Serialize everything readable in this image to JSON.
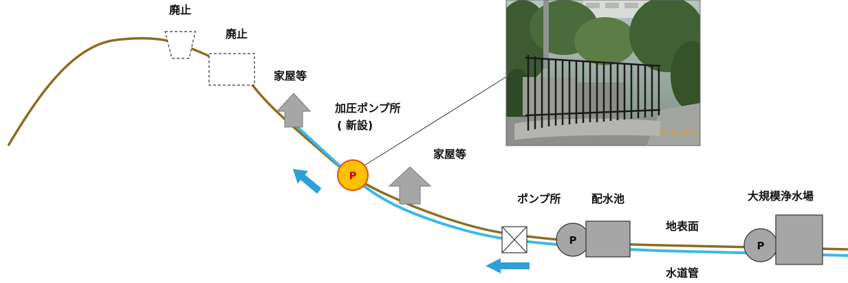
{
  "labels": {
    "abolished_1": "廃止",
    "abolished_2": "廃止",
    "houses_1": "家屋等",
    "houses_2": "家屋等",
    "booster_pump_line1": "加圧ポンプ所",
    "booster_pump_line2": "( 新設)",
    "pump_station": "ポンプ所",
    "distribution_reservoir": "配水池",
    "purification_plant": "大規模浄水場",
    "ground_surface": "地表面",
    "water_pipe": "水道管",
    "pump_letter_new": "P",
    "pump_letter_reservoir": "P",
    "pump_letter_plant": "P"
  },
  "photo": {
    "date_stamp": "09-18-2021"
  },
  "colors": {
    "ground": "#8a6d1e",
    "pipe": "#3cb8ea",
    "arrow_up": "#a6a6a6",
    "flow_arrow": "#2e9fd8",
    "new_pump_fill": "#ffc000",
    "new_pump_stroke": "#e05000",
    "new_pump_text": "#d00000",
    "facility_gray": "#a6a6a6"
  }
}
